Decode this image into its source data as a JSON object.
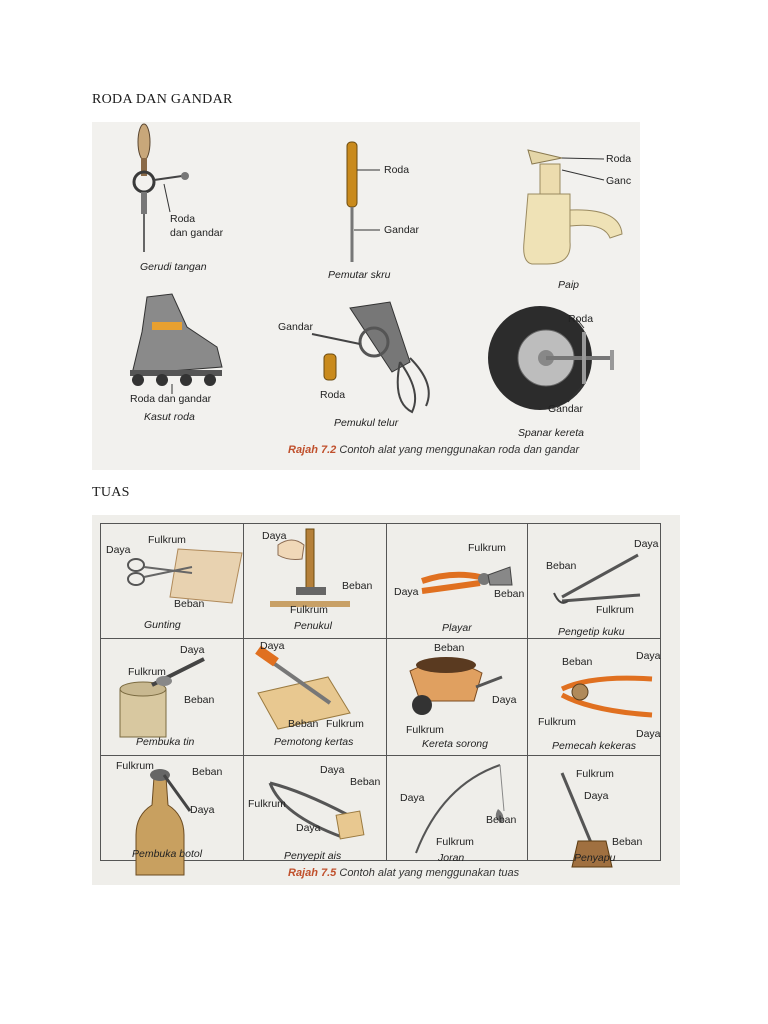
{
  "section1": {
    "heading": "RODA DAN GANDAR",
    "labels": {
      "gerudi_label1": "Roda",
      "gerudi_label2": "dan gandar",
      "gerudi_name": "Gerudi tangan",
      "skru_roda": "Roda",
      "skru_gandar": "Gandar",
      "skru_name": "Pemutar skru",
      "paip_roda": "Roda",
      "paip_gandar": "Ganc",
      "paip_name": "Paip",
      "kasut_label": "Roda dan gandar",
      "kasut_name": "Kasut roda",
      "telur_gandar": "Gandar",
      "telur_roda": "Roda",
      "telur_name": "Pemukul telur",
      "spanar_roda": "Roda",
      "spanar_gandar": "Gandar",
      "spanar_name": "Spanar kereta"
    },
    "caption_num": "Rajah 7.2",
    "caption_text": "Contoh alat yang menggunakan roda dan gandar"
  },
  "section2": {
    "heading": "TUAS",
    "labels": {
      "gunting_fulkrum": "Fulkrum",
      "gunting_daya": "Daya",
      "gunting_beban": "Beban",
      "gunting_name": "Gunting",
      "penukul_daya": "Daya",
      "penukul_beban": "Beban",
      "penukul_fulkrum": "Fulkrum",
      "penukul_name": "Penukul",
      "playar_fulkrum": "Fulkrum",
      "playar_daya": "Daya",
      "playar_beban": "Beban",
      "playar_name": "Playar",
      "kuku_daya": "Daya",
      "kuku_beban": "Beban",
      "kuku_fulkrum": "Fulkrum",
      "kuku_name": "Pengetip kuku",
      "tin_daya": "Daya",
      "tin_fulkrum": "Fulkrum",
      "tin_beban": "Beban",
      "tin_name": "Pembuka tin",
      "kertas_daya": "Daya",
      "kertas_beban": "Beban",
      "kertas_fulkrum": "Fulkrum",
      "kertas_name": "Pemotong kertas",
      "sorong_beban": "Beban",
      "sorong_daya": "Daya",
      "sorong_fulkrum": "Fulkrum",
      "sorong_name": "Kereta sorong",
      "kekeras_beban": "Beban",
      "kekeras_daya1": "Daya",
      "kekeras_fulkrum": "Fulkrum",
      "kekeras_daya2": "Daya",
      "kekeras_name": "Pemecah kekeras",
      "botol_fulkrum": "Fulkrum",
      "botol_beban": "Beban",
      "botol_daya": "Daya",
      "botol_name": "Pembuka botol",
      "ais_daya1": "Daya",
      "ais_beban": "Beban",
      "ais_fulkrum": "Fulkrum",
      "ais_daya2": "Daya",
      "ais_name": "Penyepit ais",
      "joran_daya": "Daya",
      "joran_beban": "Beban",
      "joran_fulkrum": "Fulkrum",
      "joran_name": "Joran",
      "penyapu_fulkrum": "Fulkrum",
      "penyapu_daya": "Daya",
      "penyapu_beban": "Beban",
      "penyapu_name": "Penyapu"
    },
    "caption_num": "Rajah 7.5",
    "caption_text": "Contoh alat yang menggunakan tuas"
  }
}
